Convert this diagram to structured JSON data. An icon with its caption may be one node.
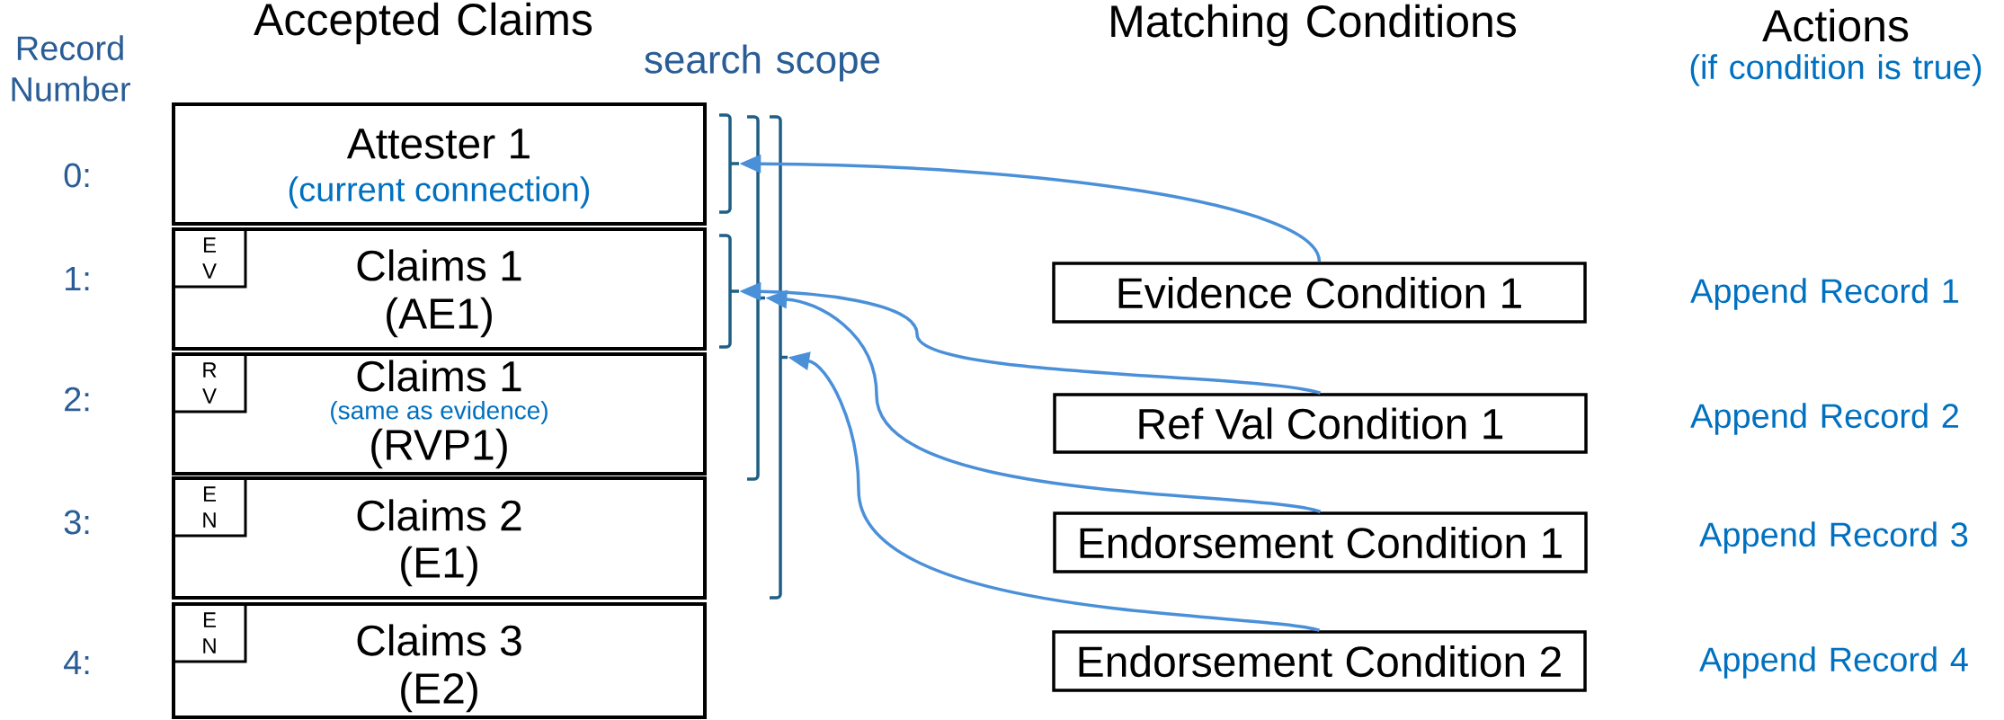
{
  "diagram": {
    "nodes": [
      {
        "text": [
          "Attester 1",
          "(current connection)"
        ]
      },
      {
        "text": [
          "Claims 1",
          "(AE1)"
        ]
      },
      {
        "text": [
          "E V"
        ],
        "in": 1
      },
      {
        "text": [
          "Claims 1",
          "(same as evidence)",
          "(RVP1)"
        ]
      },
      {
        "text": [
          "R V"
        ],
        "in": 3
      },
      {
        "text": [
          "Claims 2",
          "(E1)"
        ]
      },
      {
        "text": [
          "E N"
        ],
        "in": 5
      },
      {
        "text": [
          "Claims 3",
          "(E2)"
        ]
      },
      {
        "text": [
          "E N"
        ],
        "in": 7
      },
      {
        "text": [],
        "shape": "bracket"
      },
      {
        "text": [],
        "shape": "bracket"
      },
      {
        "text": [],
        "shape": "bracket"
      },
      {
        "text": [],
        "shape": "bracket"
      },
      {
        "text": [
          "Evidence Condition 1"
        ]
      },
      {
        "text": [
          "Ref Val Condition 1"
        ]
      },
      {
        "text": [
          "Endorsement Condition 1"
        ]
      },
      {
        "text": [
          "Endorsement Condition 2"
        ]
      }
    ],
    "edges": [
      {
        "from": 13,
        "to": 9,
        "arrow": "to"
      },
      {
        "from": 14,
        "to": 10,
        "arrow": "to"
      },
      {
        "from": 15,
        "to": 11,
        "arrow": "to"
      },
      {
        "from": 16,
        "to": 12,
        "arrow": "to"
      }
    ],
    "labels": [
      "Record Number",
      "Accepted Claims",
      "search scope",
      "Matching Conditions",
      "Actions",
      "(if condition is true)",
      "0:",
      "1:",
      "Append Record 1",
      "2:",
      "Append Record 2",
      "3:",
      "Append Record 3",
      "4:",
      "Append Record 4"
    ]
  }
}
